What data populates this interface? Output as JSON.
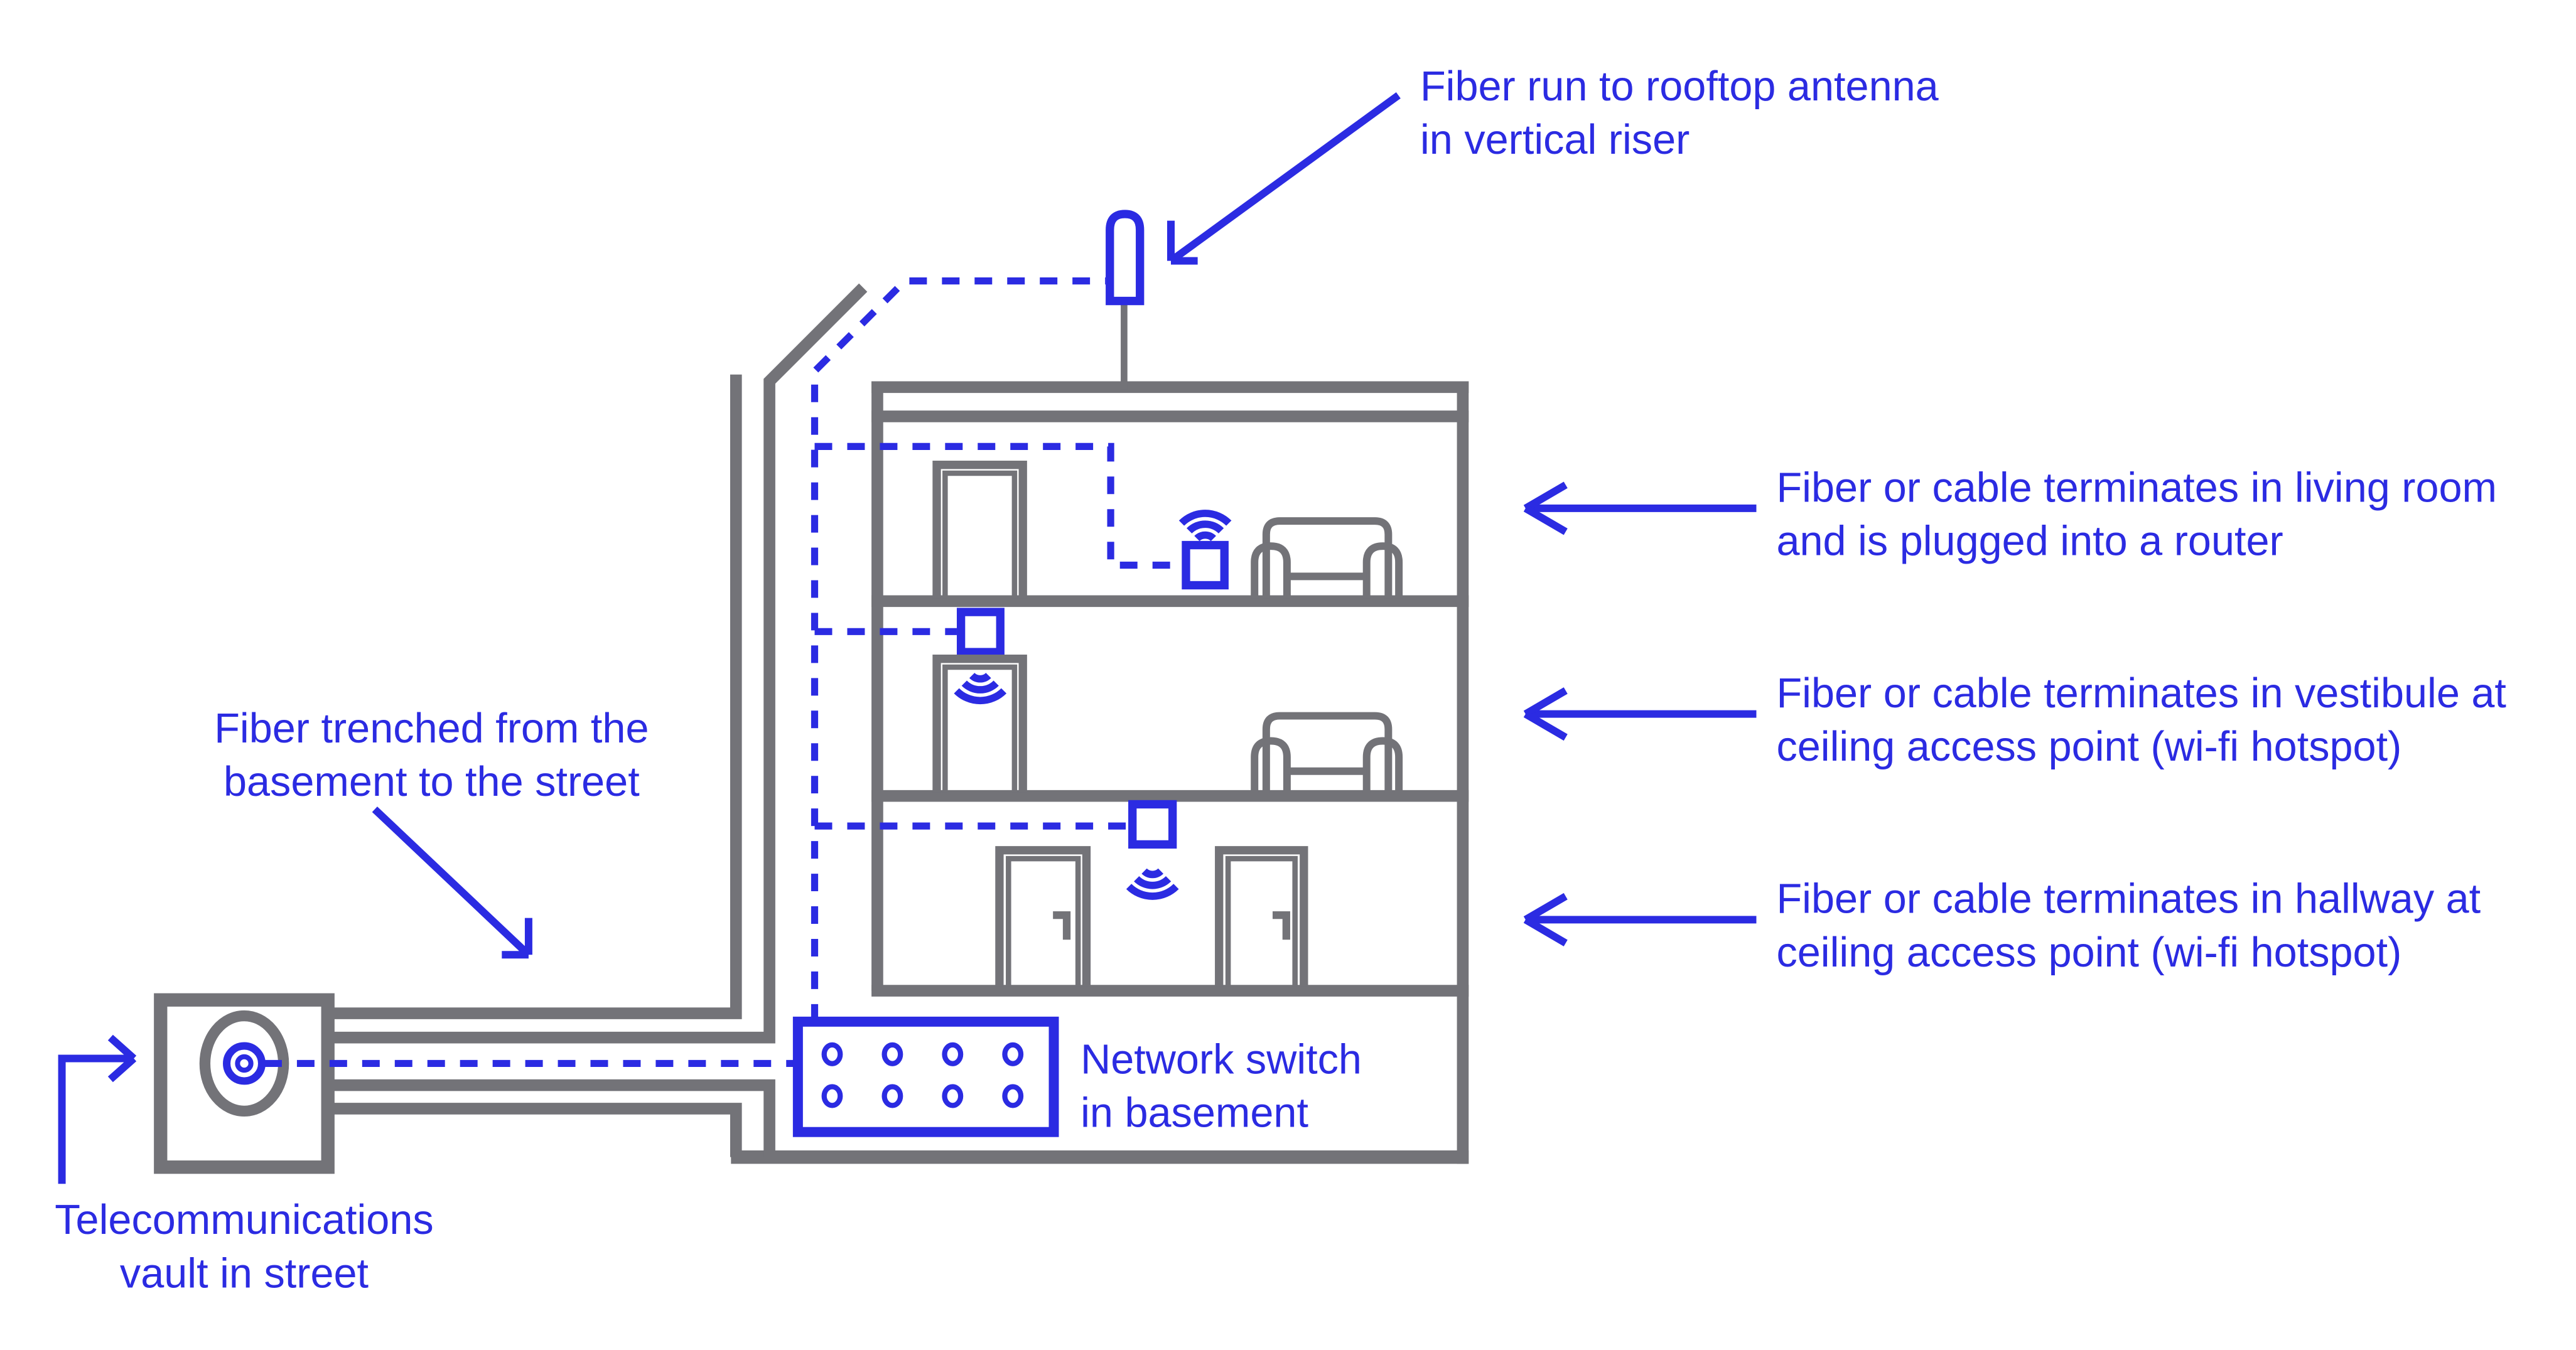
{
  "colors": {
    "fiber_blue": "#2b2be2",
    "structure_gray": "#737378",
    "background": "#ffffff"
  },
  "labels": {
    "rooftop": {
      "line1": "Fiber run to rooftop antenna",
      "line2": "in vertical riser"
    },
    "living_room": {
      "line1": "Fiber or cable terminates in living room",
      "line2": "and is plugged into a router"
    },
    "vestibule": {
      "line1": "Fiber or cable terminates in vestibule at",
      "line2": "ceiling access point (wi-fi hotspot)"
    },
    "hallway": {
      "line1": "Fiber or cable terminates in hallway at",
      "line2": "ceiling access point (wi-fi hotspot)"
    },
    "trench": {
      "line1": "Fiber trenched from the",
      "line2": "basement to the street"
    },
    "network_switch": {
      "line1": "Network switch",
      "line2": "in basement"
    },
    "vault": {
      "line1": "Telecommunications",
      "line2": "vault in street"
    }
  },
  "icons": {
    "antenna": "rooftop-antenna-icon",
    "router": "router-icon",
    "vestibule_access_point": "wifi-access-point-icon",
    "hallway_access_point": "wifi-access-point-icon",
    "wifi_waves": "wifi-waves-icon",
    "network_switch": "network-switch-icon",
    "vault_port": "fiber-bullseye-icon",
    "arrows": "open-arrowhead-leader-lines"
  }
}
